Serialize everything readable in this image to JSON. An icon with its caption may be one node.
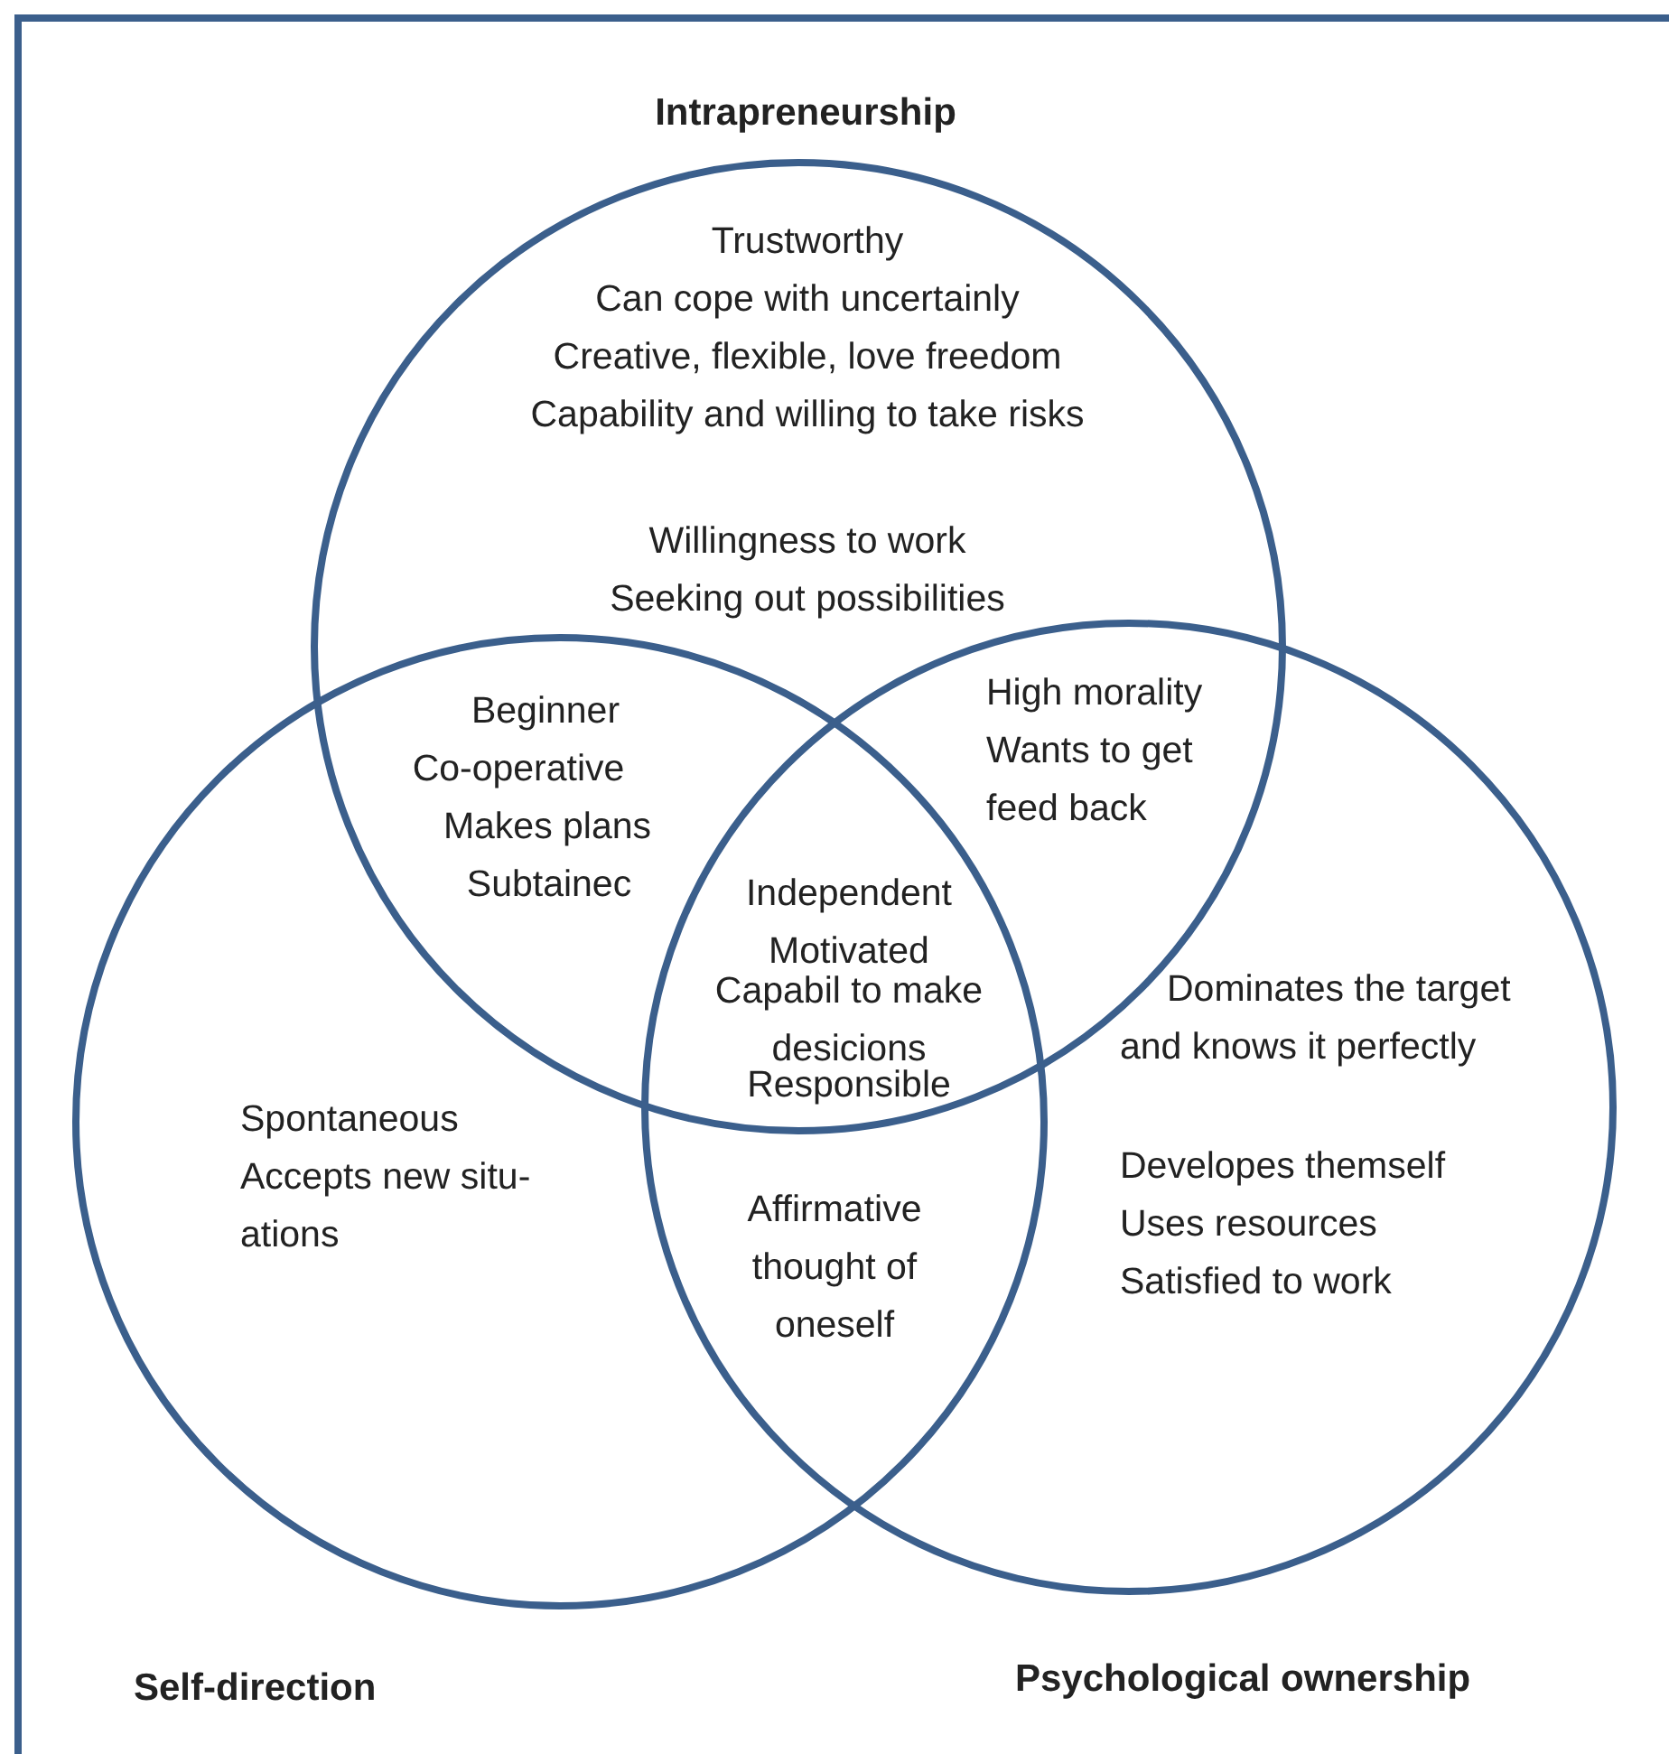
{
  "diagram": {
    "nodes": [
      {
        "text": [
          "Intrapreneurship"
        ]
      },
      {
        "text": [
          "Self-direction"
        ]
      },
      {
        "text": [
          "Psychological ownership"
        ]
      }
    ],
    "labels": [
      "Trustworthy",
      "Can cope with uncertainly",
      "Creative, flexible, love freedom",
      "Capability and willing to take risks",
      "Willingness to work",
      "Seeking out possibilities",
      "Beginner",
      "Co-operative",
      "Makes plans",
      "Subtainec",
      "High morality",
      "Wants to get feed back",
      "Independent",
      "Motivated",
      "Capabil to make desicions",
      "Responsible",
      "Spontaneous",
      "Accepts new situ-ations",
      "Affirmative thought of oneself",
      "Dominates the target and knows it perfectly",
      "Developes themself",
      "Uses resources",
      "Satisfied to work"
    ]
  }
}
